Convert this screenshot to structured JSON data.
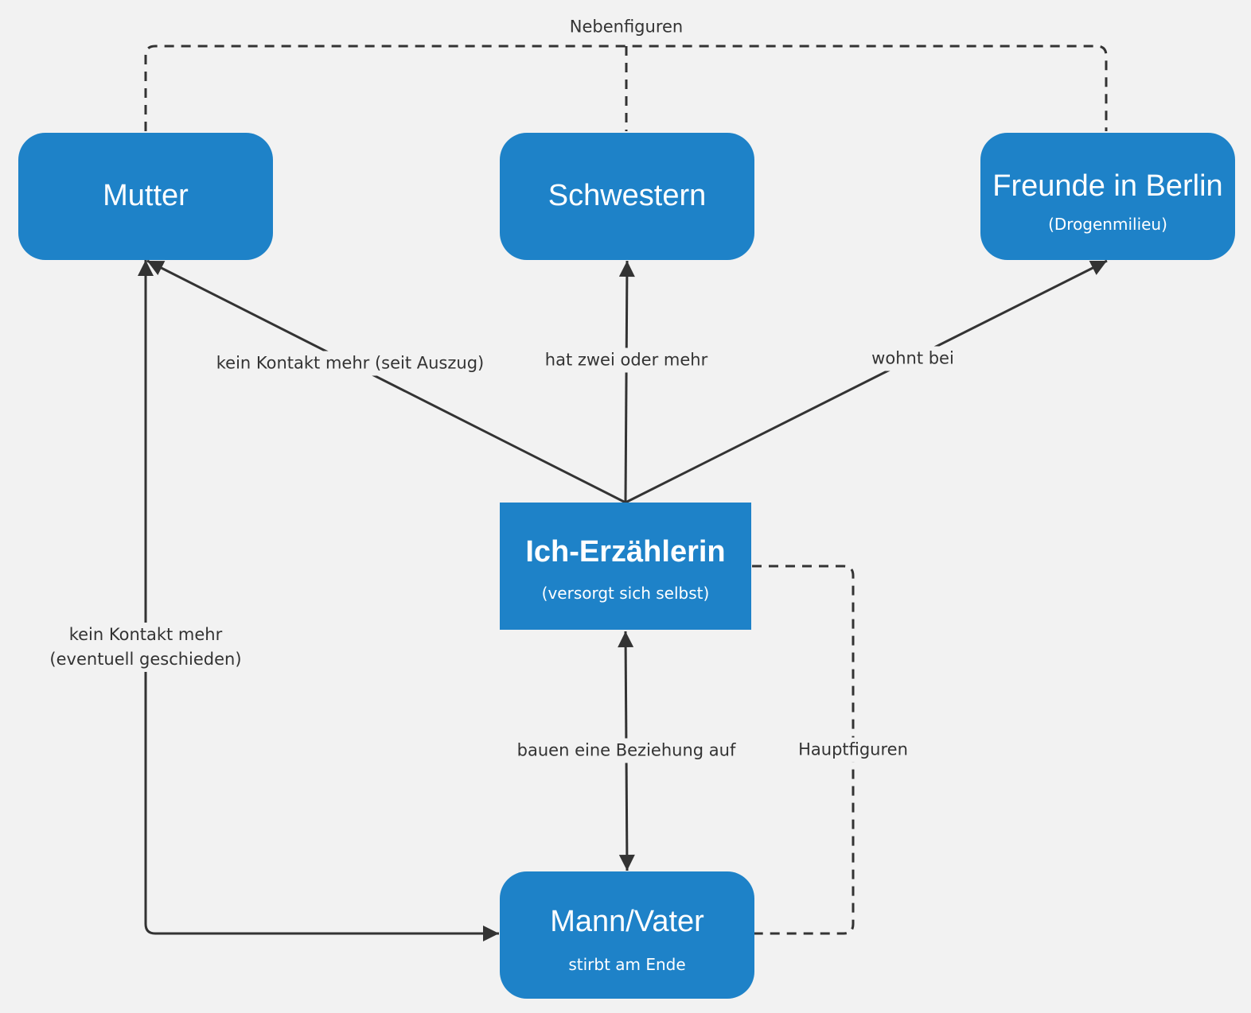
{
  "colors": {
    "background": "#f2f2f2",
    "node_fill": "#1e82c8",
    "node_text": "#ffffff",
    "edge": "#333333"
  },
  "nodes": {
    "mutter": {
      "title": "Mutter"
    },
    "schwestern": {
      "title": "Schwestern"
    },
    "freunde": {
      "title": "Freunde in Berlin",
      "subtitle": "(Drogenmilieu)"
    },
    "ich": {
      "title": "Ich-Erzählerin",
      "subtitle": "(versorgt sich selbst)"
    },
    "mann": {
      "title": "Mann/Vater",
      "subtitle": "stirbt am Ende"
    }
  },
  "edges": {
    "ich_mutter": "kein Kontakt mehr (seit Auszug)",
    "ich_schwestern": "hat zwei oder mehr",
    "ich_freunde": "wohnt bei",
    "ich_mann": "bauen eine Beziehung auf",
    "mutter_mann_line1": "kein Kontakt mehr",
    "mutter_mann_line2": "(eventuell geschieden)"
  },
  "groups": {
    "nebenfiguren": "Nebenfiguren",
    "hauptfiguren": "Hauptfiguren"
  }
}
